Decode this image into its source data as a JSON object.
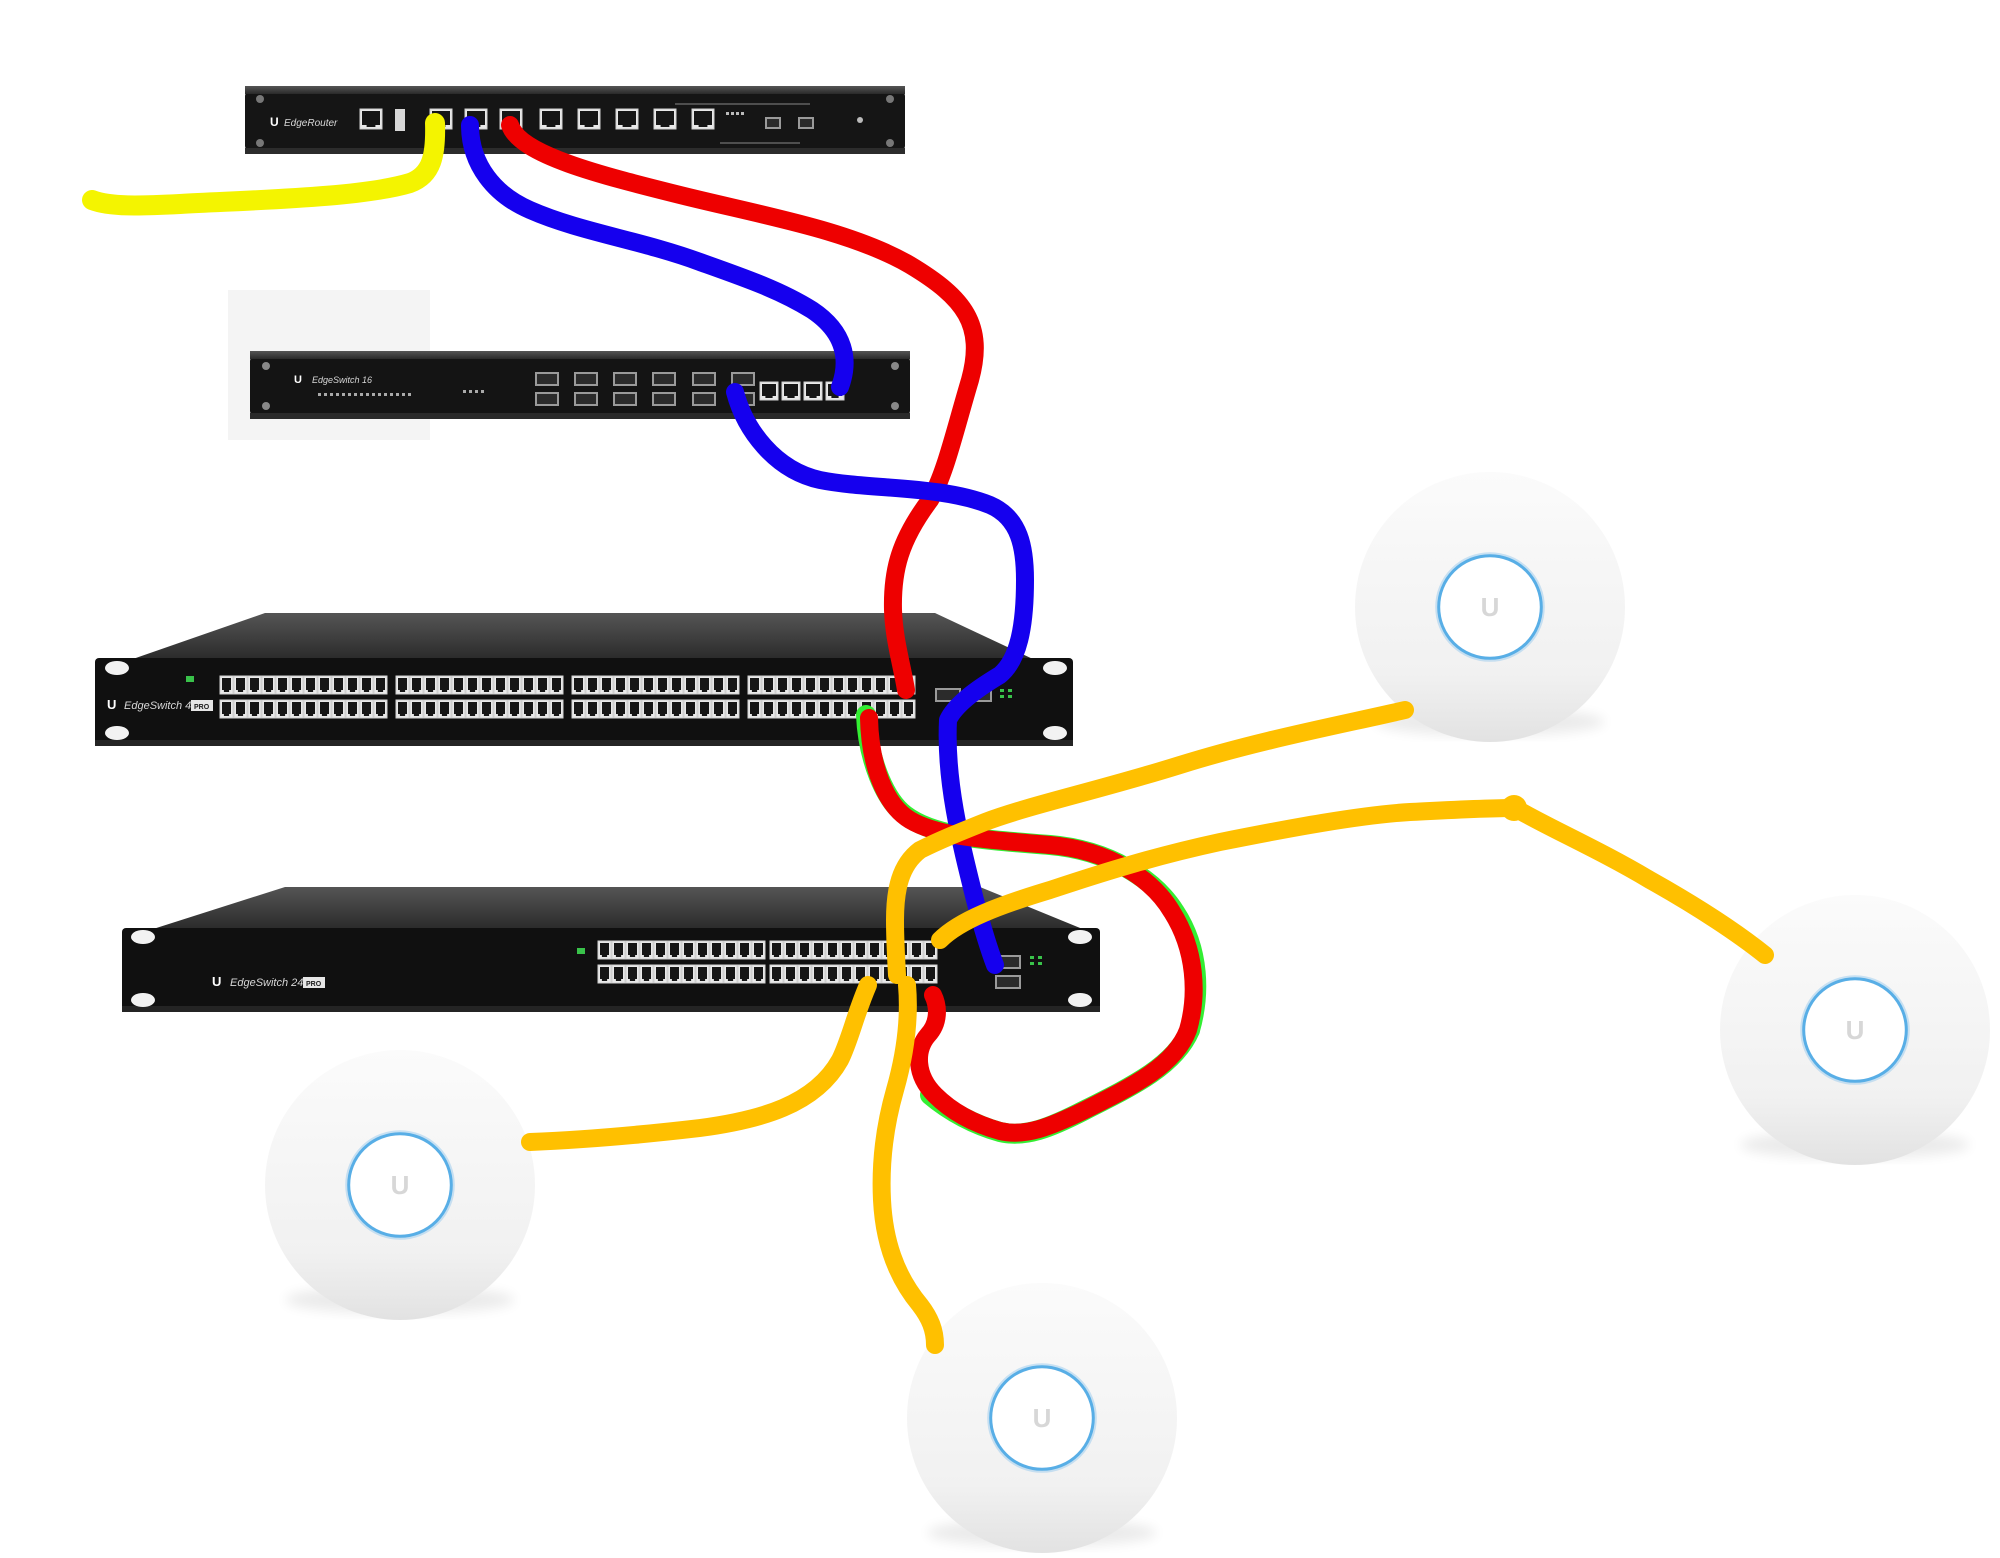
{
  "devices": {
    "router": {
      "brand_glyph": "U",
      "model_label": "EdgeRouter"
    },
    "fiber_switch": {
      "brand_glyph": "U",
      "model_label": "EdgeSwitch 16"
    },
    "switch48": {
      "brand_glyph": "U",
      "model_label": "EdgeSwitch 48",
      "badge": "PRO"
    },
    "switch24": {
      "brand_glyph": "U",
      "model_label": "EdgeSwitch 24",
      "badge": "PRO"
    },
    "access_points": [
      {
        "id": "ap-top-right",
        "glyph": "U"
      },
      {
        "id": "ap-right",
        "glyph": "U"
      },
      {
        "id": "ap-bottom-left",
        "glyph": "U"
      },
      {
        "id": "ap-bottom-center",
        "glyph": "U"
      }
    ]
  },
  "cable_colors": {
    "wan": "#f4f400",
    "link_blue": "#1500ee",
    "link_red": "#ee0000",
    "ap_feed": "#ffc000",
    "highlight": "#33ee33"
  },
  "icons": {
    "router": "rack-router-icon",
    "switch": "rack-switch-icon",
    "access_point": "wireless-access-point-icon"
  }
}
